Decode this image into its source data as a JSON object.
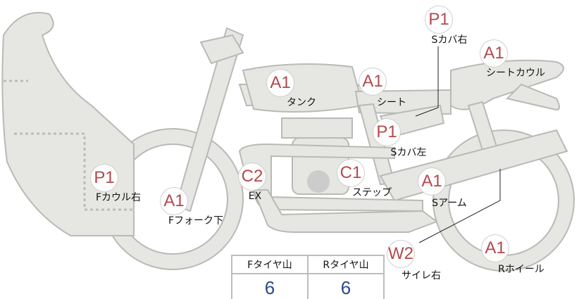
{
  "colors": {
    "badge_text": "#b34a4e",
    "value_text": "#2d4a8a",
    "part_fill": "#e6e6e2"
  },
  "parts": [
    {
      "grade": "P1",
      "label": "Sカバ右"
    },
    {
      "grade": "A1",
      "label": "シートカウル"
    },
    {
      "grade": "A1",
      "label": "タンク"
    },
    {
      "grade": "A1",
      "label": "シート"
    },
    {
      "grade": "P1",
      "label": "Sカバ左"
    },
    {
      "grade": "C2",
      "label": "EX"
    },
    {
      "grade": "C1",
      "label": "ステップ"
    },
    {
      "grade": "A1",
      "label": "Sアーム"
    },
    {
      "grade": "P1",
      "label": "Fカウル右"
    },
    {
      "grade": "A1",
      "label": "Fフォーク下"
    },
    {
      "grade": "W2",
      "label": "サイレ右"
    },
    {
      "grade": "A1",
      "label": "Rホイール"
    }
  ],
  "tire_table": {
    "headers": [
      "Fタイヤ山",
      "Rタイヤ山"
    ],
    "values": [
      "6",
      "6"
    ]
  }
}
